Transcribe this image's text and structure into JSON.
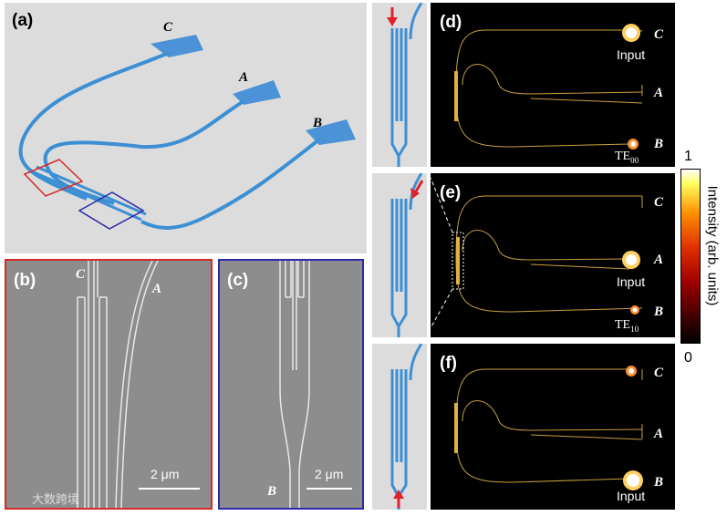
{
  "panels": {
    "a": {
      "label": "(a)",
      "ports": {
        "c": "C",
        "a": "A",
        "b": "B"
      }
    },
    "b": {
      "label": "(b)",
      "ports": {
        "c": "C",
        "a": "A"
      },
      "scalebar": "2 μm"
    },
    "c": {
      "label": "(c)",
      "ports": {
        "b": "B"
      },
      "scalebar": "2 μm"
    },
    "d": {
      "label": "(d)",
      "ports": {
        "c": "C",
        "a": "A",
        "b": "B"
      },
      "input": "Input",
      "mode": "TE",
      "mode_sub": "00"
    },
    "e": {
      "label": "(e)",
      "ports": {
        "c": "C",
        "a": "A",
        "b": "B"
      },
      "input": "Input",
      "mode": "TE",
      "mode_sub": "10"
    },
    "f": {
      "label": "(f)",
      "ports": {
        "c": "C",
        "a": "A",
        "b": "B"
      },
      "input": "Input"
    }
  },
  "colorbar": {
    "title": "Intensity (arb. units)",
    "max": "1",
    "min": "0"
  },
  "watermark": "大数跨境",
  "colors": {
    "waveguide": "#3d8fd4",
    "frame_b": "#d42a2a",
    "frame_c": "#2a2aa8",
    "arrow": "#e0202a",
    "trace": "#c8a040"
  }
}
